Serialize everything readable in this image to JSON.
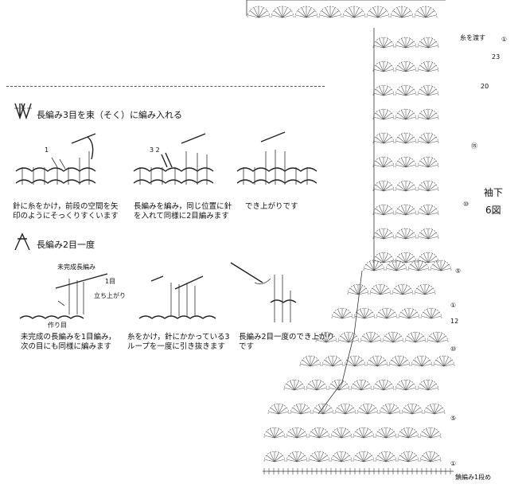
{
  "section1": {
    "title": "長編み3目を束（そく）に編み入れる",
    "steps": [
      {
        "numbers": "1",
        "caption_lines": [
          "針に糸をかけ，前段の空間を矢",
          "印のようにそっくりすくいます"
        ]
      },
      {
        "numbers": "3 2",
        "caption_lines": [
          "長編みを編み，同じ位置に針",
          "を入れて同様に2目編みます"
        ]
      },
      {
        "numbers": "",
        "caption_lines": [
          "でき上がりです"
        ]
      }
    ]
  },
  "section2": {
    "title": "長編み2目一度",
    "labels": {
      "unfinished": "未完成長編み",
      "one_st": "1目",
      "turning_chain": "立ち上がり",
      "foundation": "作り目"
    },
    "steps": [
      {
        "caption_lines": [
          "未完成の長編みを1目編み，",
          "次の目にも同様に編みます"
        ]
      },
      {
        "caption_lines": [
          "糸をかけ，針にかかっている3",
          "ループを一度に引き抜きます"
        ]
      },
      {
        "caption_lines": [
          "長編み2目一度のでき上がり",
          "です"
        ]
      }
    ]
  },
  "chart": {
    "title": "袖下",
    "figure": "6図",
    "cut_yarn": "糸を渡す",
    "bottom_label": "鎖編み1段め",
    "row_markers": [
      "①",
      "23",
      "20",
      "⑮",
      "⑩",
      "⑤",
      "①",
      "12",
      "⑩",
      "⑤",
      "①"
    ]
  },
  "colors": {
    "line": "#333333",
    "background": "#ffffff"
  }
}
